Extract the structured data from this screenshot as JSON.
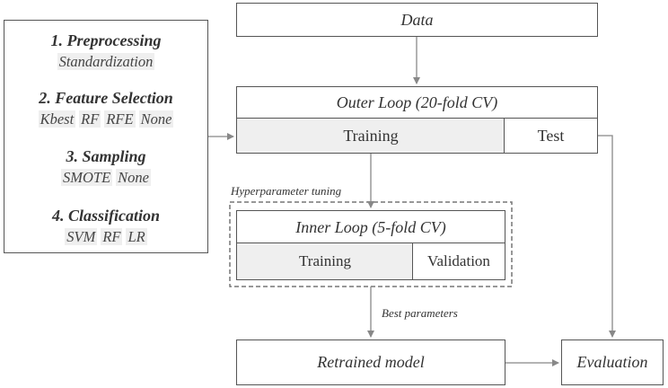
{
  "data_label": "Data",
  "steps": [
    {
      "title": "1. Preprocessing",
      "options": [
        "Standardization"
      ]
    },
    {
      "title": "2. Feature Selection",
      "options": [
        "Kbest",
        "RF",
        "RFE",
        "None"
      ]
    },
    {
      "title": "3. Sampling",
      "options": [
        "SMOTE",
        "None"
      ]
    },
    {
      "title": "4. Classification",
      "options": [
        "SVM",
        "RF",
        "LR"
      ]
    }
  ],
  "outer_loop": {
    "title": "Outer Loop (20-fold CV)",
    "training": "Training",
    "test": "Test"
  },
  "hyper_label": "Hyperparameter tuning",
  "inner_loop": {
    "title": "Inner Loop (5-fold CV)",
    "training": "Training",
    "validation": "Validation"
  },
  "best_params_label": "Best parameters",
  "retrained_label": "Retrained model",
  "evaluation_label": "Evaluation",
  "colors": {
    "stroke": "#555555",
    "fill": "#efefef",
    "arrow": "#888888"
  }
}
